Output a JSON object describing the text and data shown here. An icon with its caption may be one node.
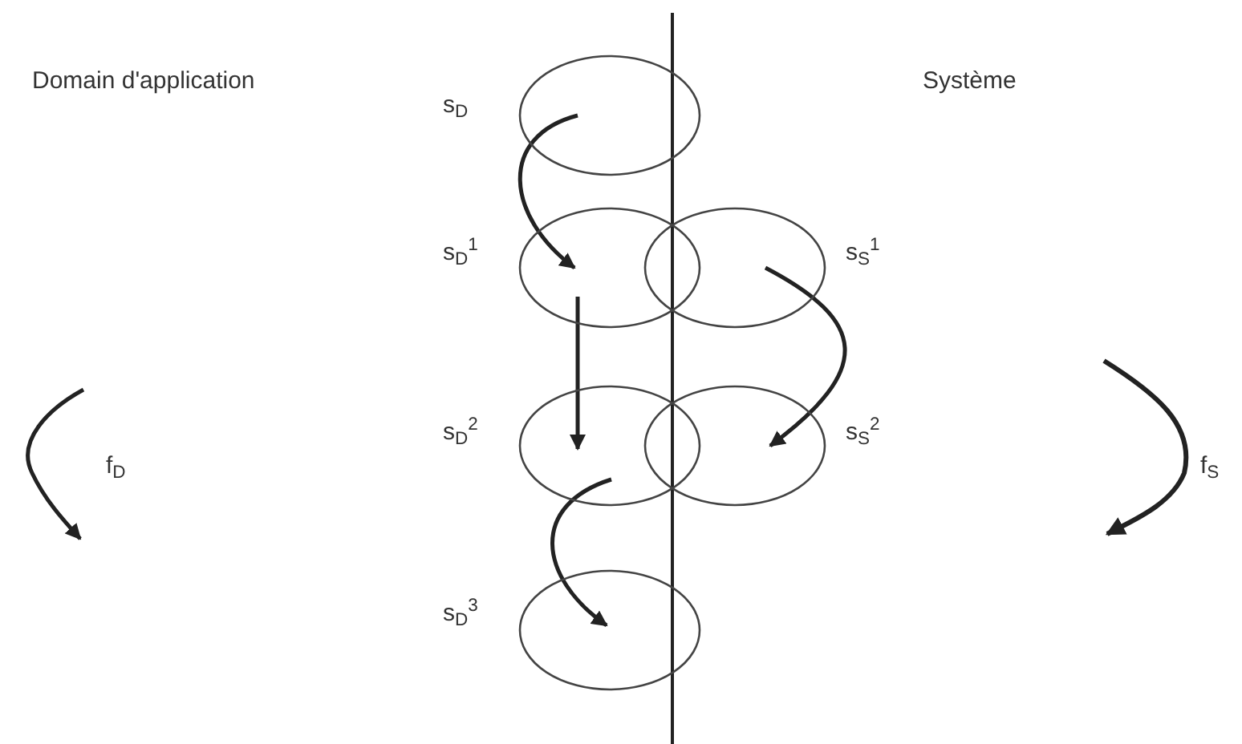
{
  "diagram": {
    "nodes": [
      {
        "text": [],
        "shape": "ellipse",
        "beside": [
          "s$_{D}$"
        ]
      },
      {
        "text": [],
        "shape": "ellipse",
        "beside": [
          "s$_{D}$$^{1}$"
        ]
      },
      {
        "text": [],
        "shape": "ellipse",
        "beside": [
          "s$_{S}$$^{1}$"
        ]
      },
      {
        "text": [],
        "shape": "ellipse",
        "beside": [
          "s$_{D}$$^{2}$"
        ]
      },
      {
        "text": [],
        "shape": "ellipse",
        "beside": [
          "s$_{S}$$^{2}$"
        ]
      },
      {
        "text": [],
        "shape": "ellipse",
        "beside": [
          "s$_{D}$$^{3}$"
        ]
      }
    ],
    "edges": [
      {
        "from": 0,
        "to": 1,
        "arrow": "to"
      },
      {
        "from": 1,
        "to": 3,
        "arrow": "to"
      },
      {
        "from": 3,
        "to": 5,
        "arrow": "to"
      },
      {
        "from": 2,
        "to": 4,
        "arrow": "to"
      }
    ],
    "labels": [
      "Domain d'application",
      "Système",
      "f$_{D}$",
      "f$_{S}$"
    ]
  }
}
